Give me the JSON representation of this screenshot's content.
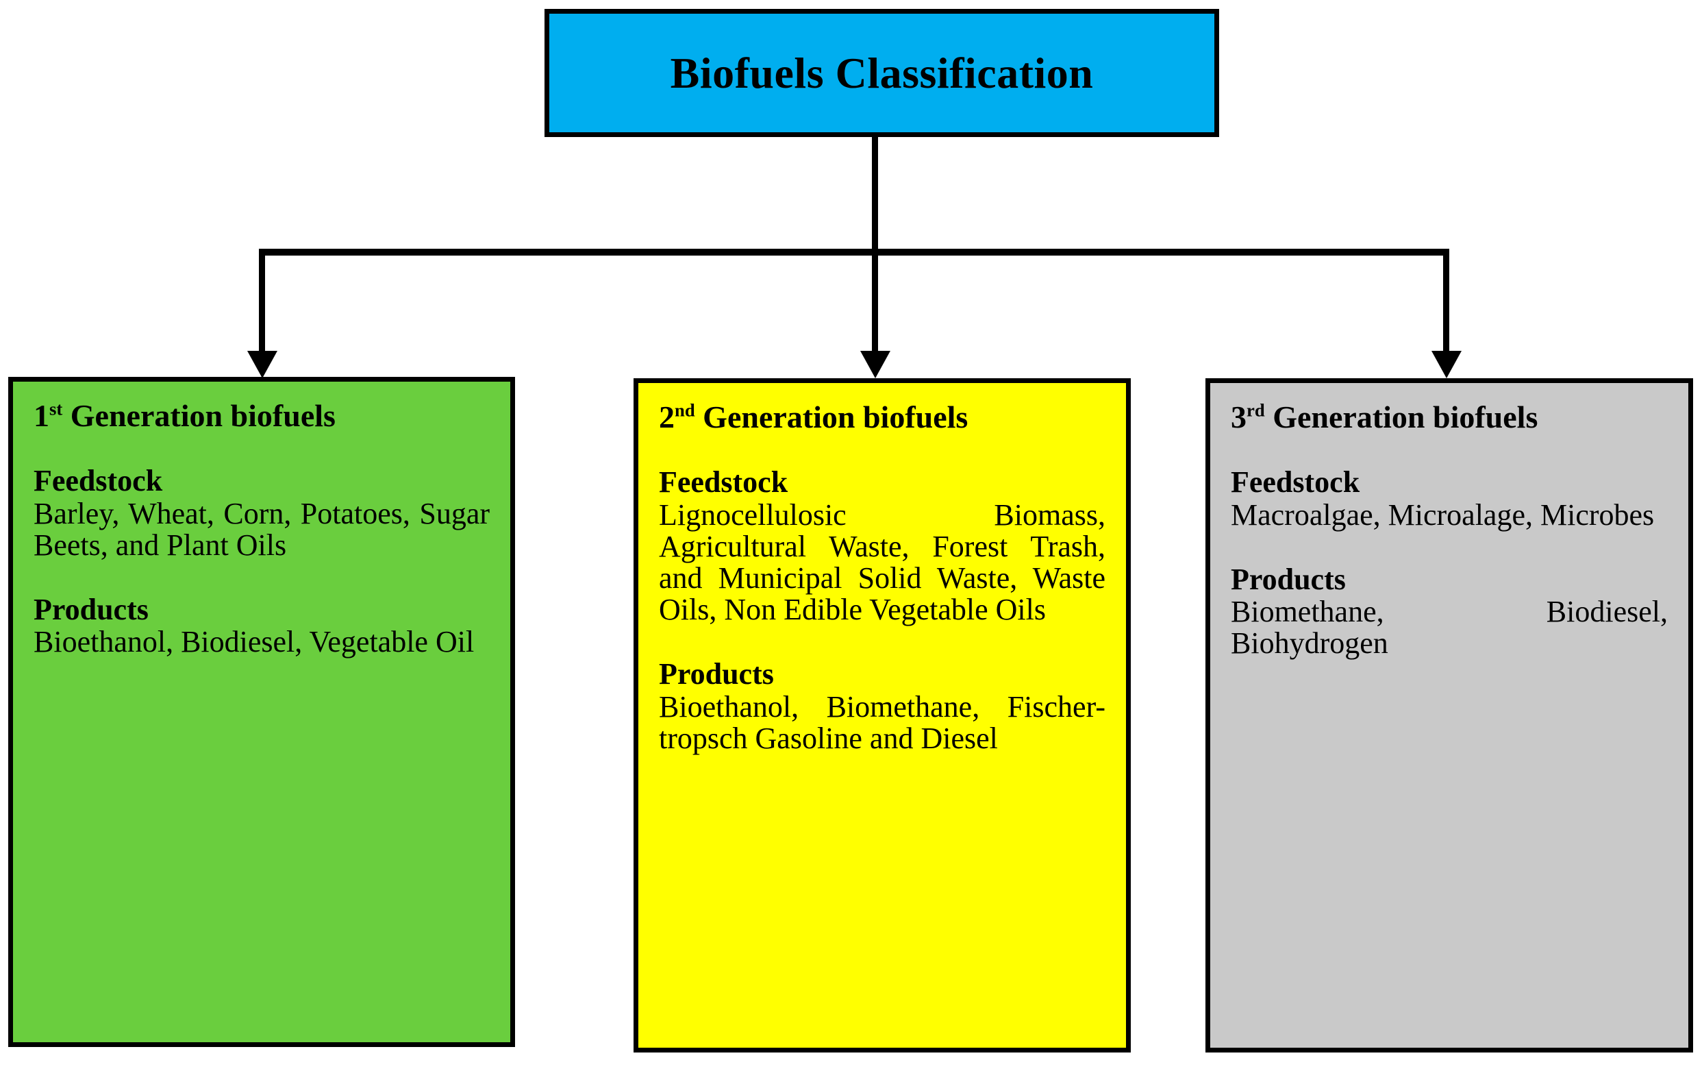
{
  "title": {
    "label": "Biofuels Classification",
    "background_color": "#00AEEF",
    "border_color": "#000000"
  },
  "connectors": {
    "type": "tree-fan-out",
    "branch_count": 3,
    "arrow_color": "#000000"
  },
  "generations": [
    {
      "id": "first-generation",
      "ordinal": "1",
      "ordinal_suffix": "st",
      "title_rest": " Generation biofuels",
      "background_color": "#6ACE3E",
      "feedstock_label": "Feedstock",
      "feedstock_text": "Barley, Wheat, Corn, Potatoes, Sugar Beets, and Plant Oils",
      "products_label": "Products",
      "products_text": "Bioethanol, Biodiesel, Vegetable Oil"
    },
    {
      "id": "second-generation",
      "ordinal": "2",
      "ordinal_suffix": "nd",
      "title_rest": " Generation biofuels",
      "background_color": "#FFFF00",
      "feedstock_label": "Feedstock",
      "feedstock_text": "Lignocellulosic Biomass, Agricultural Waste, Forest Trash, and Municipal Solid Waste, Waste Oils, Non Edible Vegetable Oils",
      "products_label": "Products",
      "products_text": "Bioethanol, Biomethane, Fischer-tropsch Gasoline and Diesel"
    },
    {
      "id": "third-generation",
      "ordinal": "3",
      "ordinal_suffix": "rd",
      "title_rest": " Generation biofuels",
      "background_color": "#C9C9C9",
      "feedstock_label": "Feedstock",
      "feedstock_text": "Macroalgae, Microalage, Microbes",
      "products_label": "Products",
      "products_text": "Biomethane, Biodiesel, Biohydrogen"
    }
  ]
}
